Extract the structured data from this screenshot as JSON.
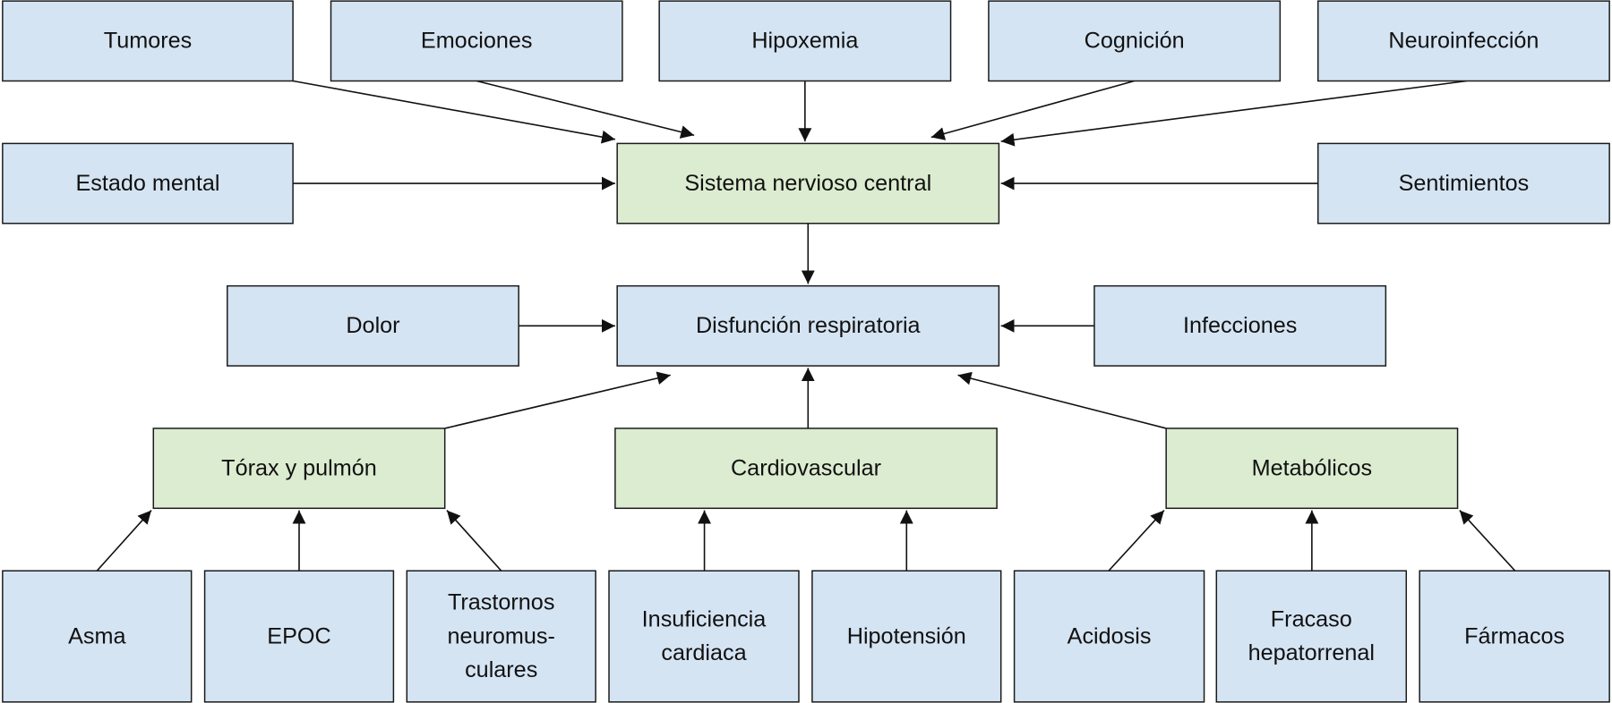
{
  "title": "Causas de disfunción respiratoria",
  "colors": {
    "cause": "#d5e4f3",
    "category": "#dcecd0",
    "stroke": "#1a1a1a"
  },
  "nodes": [
    {
      "id": "tumores",
      "label": [
        "Tumores"
      ],
      "type": "cause"
    },
    {
      "id": "emociones",
      "label": [
        "Emociones"
      ],
      "type": "cause"
    },
    {
      "id": "hipoxemia",
      "label": [
        "Hipoxemia"
      ],
      "type": "cause"
    },
    {
      "id": "cognicion",
      "label": [
        "Cognición"
      ],
      "type": "cause"
    },
    {
      "id": "neuroinfeccion",
      "label": [
        "Neuroinfección"
      ],
      "type": "cause"
    },
    {
      "id": "estado-mental",
      "label": [
        "Estado mental"
      ],
      "type": "cause"
    },
    {
      "id": "snc",
      "label": [
        "Sistema nervioso central"
      ],
      "type": "category"
    },
    {
      "id": "sentimientos",
      "label": [
        "Sentimientos"
      ],
      "type": "cause"
    },
    {
      "id": "dolor",
      "label": [
        "Dolor"
      ],
      "type": "cause"
    },
    {
      "id": "disfuncion",
      "label": [
        "Disfunción respiratoria"
      ],
      "type": "cause"
    },
    {
      "id": "infecciones",
      "label": [
        "Infecciones"
      ],
      "type": "cause"
    },
    {
      "id": "torax",
      "label": [
        "Tórax y pulmón"
      ],
      "type": "category"
    },
    {
      "id": "cardiovascular",
      "label": [
        "Cardiovascular"
      ],
      "type": "category"
    },
    {
      "id": "metabolicos",
      "label": [
        "Metabólicos"
      ],
      "type": "category"
    },
    {
      "id": "asma",
      "label": [
        "Asma"
      ],
      "type": "cause"
    },
    {
      "id": "epoc",
      "label": [
        "EPOC"
      ],
      "type": "cause"
    },
    {
      "id": "trastornos",
      "label": [
        "Trastornos",
        "neuromus-",
        "culares"
      ],
      "type": "cause"
    },
    {
      "id": "insuficiencia",
      "label": [
        "Insuficiencia",
        "cardiaca"
      ],
      "type": "cause"
    },
    {
      "id": "hipotension",
      "label": [
        "Hipotensión"
      ],
      "type": "cause"
    },
    {
      "id": "acidosis",
      "label": [
        "Acidosis"
      ],
      "type": "cause"
    },
    {
      "id": "fracaso",
      "label": [
        "Fracaso",
        "hepatorrenal"
      ],
      "type": "cause"
    },
    {
      "id": "farmacos",
      "label": [
        "Fármacos"
      ],
      "type": "cause"
    }
  ],
  "edges": [
    {
      "from": "tumores",
      "to": "snc"
    },
    {
      "from": "emociones",
      "to": "snc"
    },
    {
      "from": "hipoxemia",
      "to": "snc"
    },
    {
      "from": "cognicion",
      "to": "snc"
    },
    {
      "from": "neuroinfeccion",
      "to": "snc"
    },
    {
      "from": "estado-mental",
      "to": "snc"
    },
    {
      "from": "sentimientos",
      "to": "snc"
    },
    {
      "from": "snc",
      "to": "disfuncion"
    },
    {
      "from": "dolor",
      "to": "disfuncion"
    },
    {
      "from": "infecciones",
      "to": "disfuncion"
    },
    {
      "from": "torax",
      "to": "disfuncion"
    },
    {
      "from": "cardiovascular",
      "to": "disfuncion"
    },
    {
      "from": "metabolicos",
      "to": "disfuncion"
    },
    {
      "from": "asma",
      "to": "torax"
    },
    {
      "from": "epoc",
      "to": "torax"
    },
    {
      "from": "trastornos",
      "to": "torax"
    },
    {
      "from": "insuficiencia",
      "to": "cardiovascular"
    },
    {
      "from": "hipotension",
      "to": "cardiovascular"
    },
    {
      "from": "acidosis",
      "to": "metabolicos"
    },
    {
      "from": "fracaso",
      "to": "metabolicos"
    },
    {
      "from": "farmacos",
      "to": "metabolicos"
    }
  ]
}
